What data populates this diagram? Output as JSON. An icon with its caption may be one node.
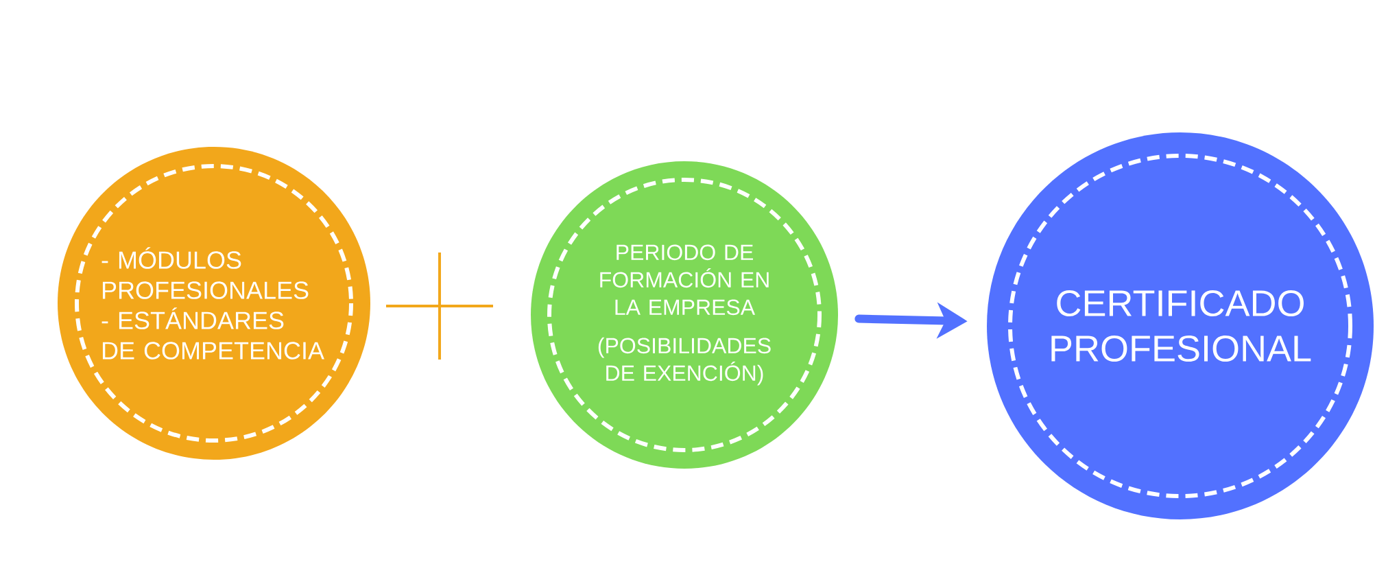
{
  "diagram": {
    "nodes": [
      {
        "text": [
          "- MÓDULOS PROFESIONALES",
          "- ESTÁNDARES DE COMPETENCIA"
        ]
      },
      {
        "text": [
          "PERIODO DE FORMACIÓN EN LA EMPRESA",
          "(POSIBILIDADES DE EXENCIÓN)"
        ]
      },
      {
        "text": [
          "CERTIFICADO PROFESIONAL"
        ]
      }
    ],
    "edges": [
      {
        "from": 1,
        "to": 2,
        "arrow": "to",
        "color": "#5271ff"
      }
    ]
  }
}
